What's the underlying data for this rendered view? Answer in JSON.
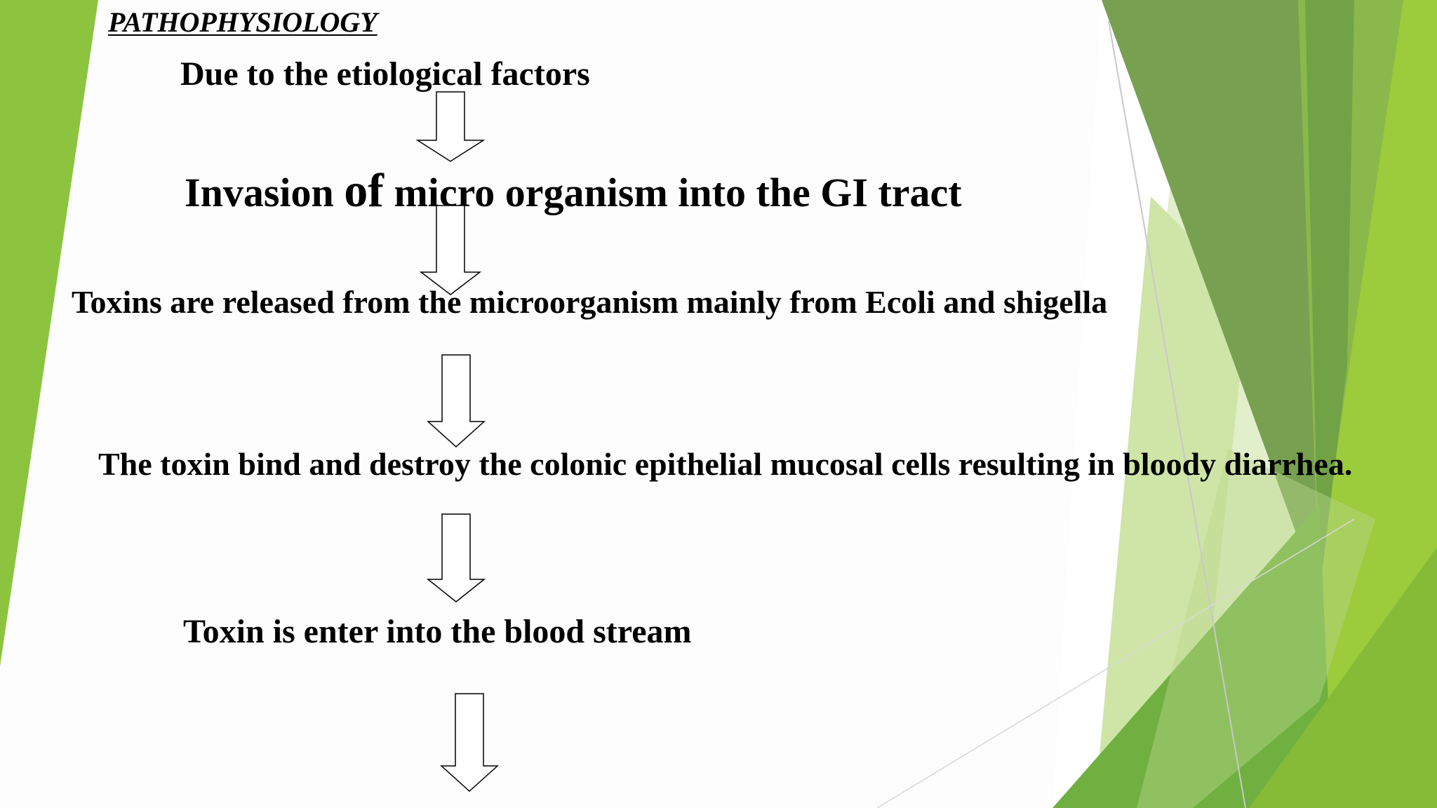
{
  "slide": {
    "heading": "PATHOPHYSIOLOGY",
    "steps": [
      {
        "text": "Due to the etiological factors"
      },
      {
        "text_before": "Invasion ",
        "text_of": "of",
        "text_after": " micro organism into the GI tract"
      },
      {
        "text": "Toxins are released from the microorganism mainly from Ecoli and shigella"
      },
      {
        "text": "The toxin bind and destroy the colonic epithelial mucosal cells resulting in bloody diarrhea."
      },
      {
        "text": "Toxin is enter into the blood stream"
      }
    ]
  },
  "theme": {
    "accent_green": "#8dc63f",
    "dark_green": "#5a8a3a",
    "light_green": "#c5e09a",
    "text_color": "#000000"
  }
}
